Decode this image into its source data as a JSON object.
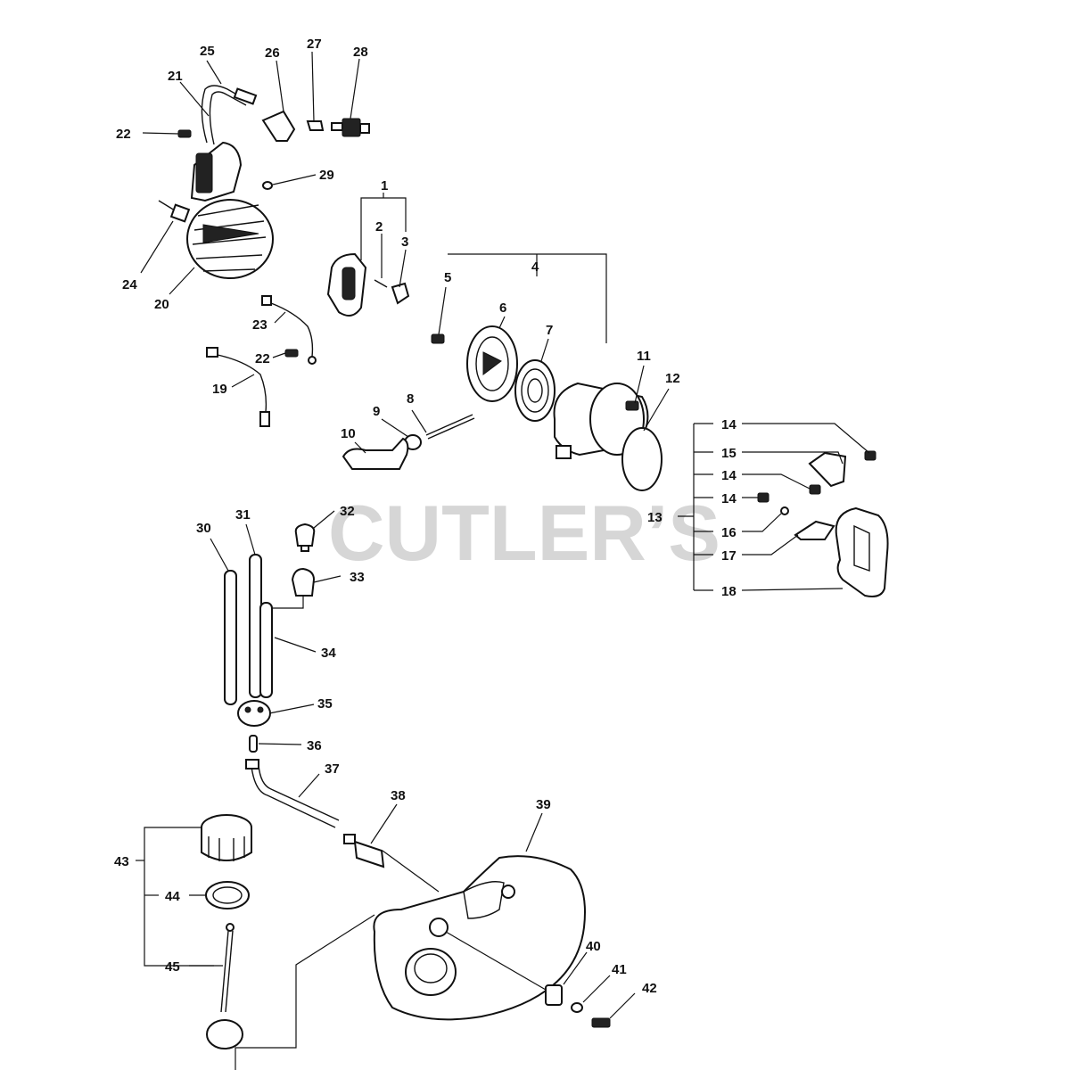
{
  "watermark": "CUTLER’S",
  "labels": {
    "l1": "1",
    "l2": "2",
    "l3": "3",
    "l4": "4",
    "l5": "5",
    "l6": "6",
    "l7": "7",
    "l8": "8",
    "l9": "9",
    "l10": "10",
    "l11": "11",
    "l12": "12",
    "l13": "13",
    "l14a": "14",
    "l14b": "14",
    "l14c": "14",
    "l15": "15",
    "l16": "16",
    "l17": "17",
    "l18": "18",
    "l19": "19",
    "l20": "20",
    "l21": "21",
    "l22a": "22",
    "l22b": "22",
    "l23": "23",
    "l24": "24",
    "l25": "25",
    "l26": "26",
    "l27": "27",
    "l28": "28",
    "l29": "29",
    "l30": "30",
    "l31": "31",
    "l32": "32",
    "l33": "33",
    "l34": "34",
    "l35": "35",
    "l36": "36",
    "l37": "37",
    "l38": "38",
    "l39": "39",
    "l40": "40",
    "l41": "41",
    "l42": "42",
    "l43": "43",
    "l44": "44",
    "l45": "45"
  }
}
